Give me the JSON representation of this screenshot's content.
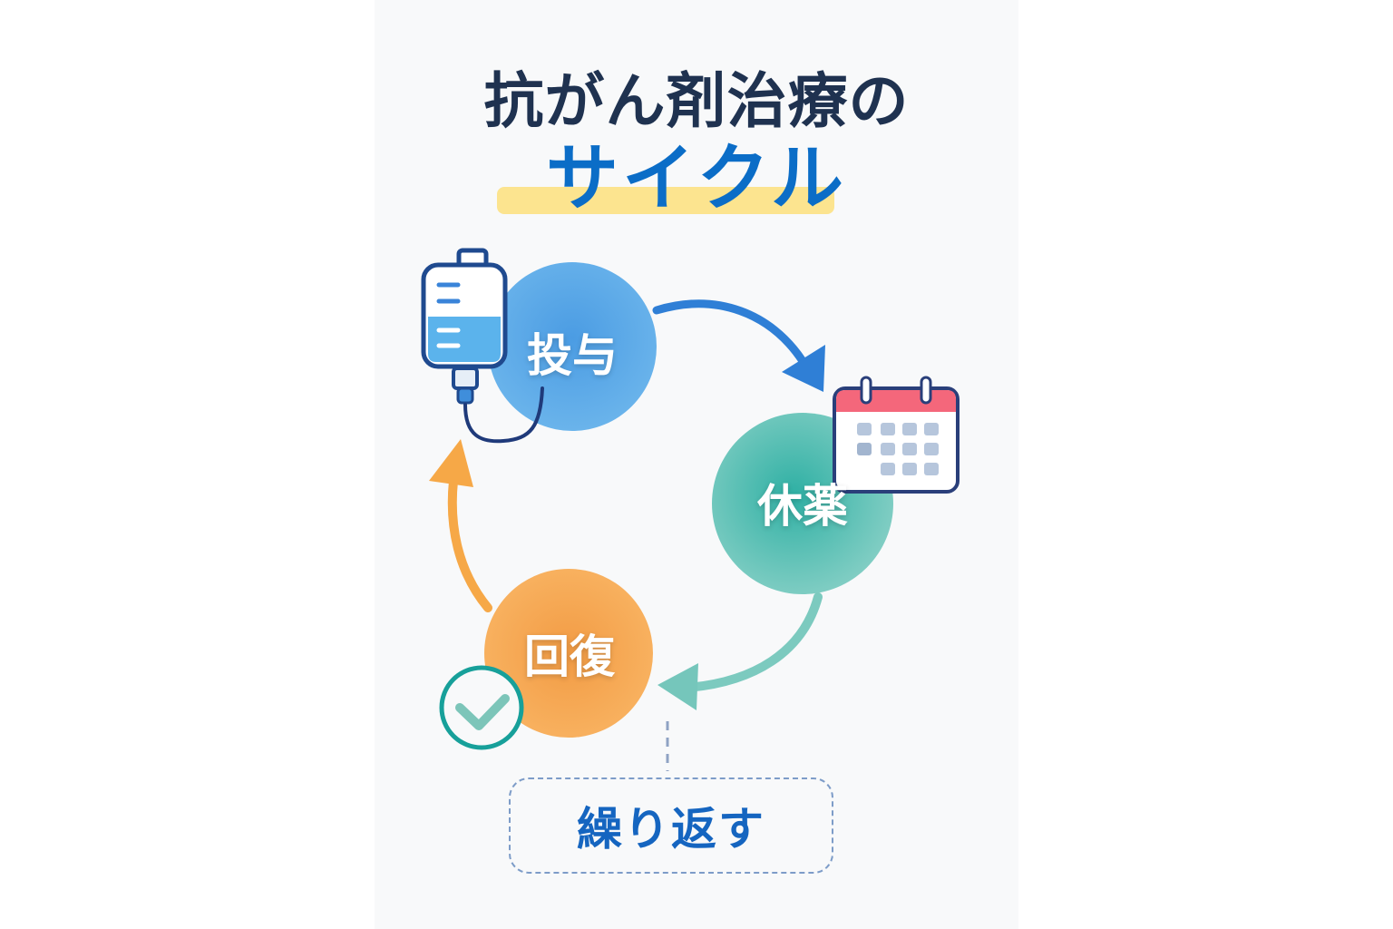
{
  "title": {
    "line1": "抗がん剤治療の",
    "line2": "サイクル"
  },
  "colors": {
    "title_dark": "#1f3250",
    "title_blue": "#0b6dc7",
    "highlight": "#fce48f",
    "step_administration": "#5aa8e6",
    "step_rest": "#6cc0b4",
    "step_recovery": "#f7ac55",
    "arrow_blue": "#2f7fd6",
    "arrow_teal": "#7ccabf",
    "arrow_orange": "#f6a847",
    "calendar_header": "#f4677b",
    "check_ring": "#17a09a"
  },
  "steps": [
    {
      "id": "administration",
      "label": "投与",
      "icon": "iv-drip-bag-icon"
    },
    {
      "id": "rest",
      "label": "休薬",
      "icon": "calendar-icon"
    },
    {
      "id": "recovery",
      "label": "回復",
      "icon": "check-circle-icon"
    }
  ],
  "arrows": [
    {
      "from": "投与",
      "to": "休薬"
    },
    {
      "from": "休薬",
      "to": "回復"
    },
    {
      "from": "回復",
      "to": "投与"
    }
  ],
  "repeat": {
    "label": "繰り返す"
  }
}
